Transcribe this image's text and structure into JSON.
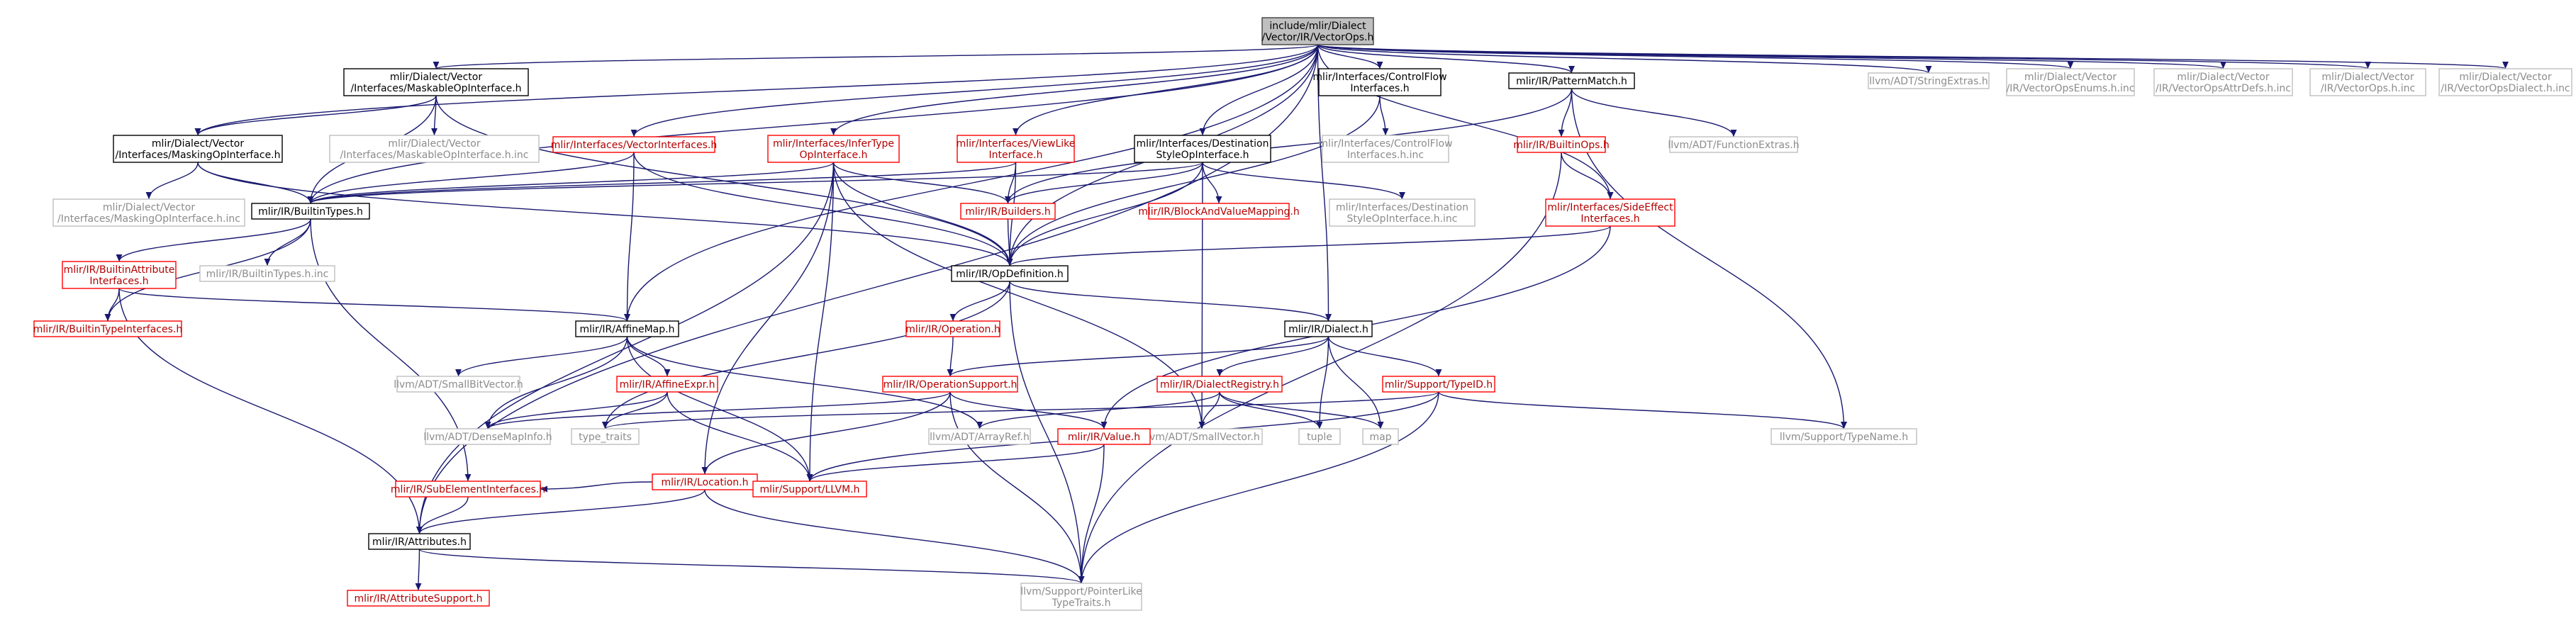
{
  "diagram": {
    "root": "n0",
    "nodes": [
      {
        "id": "n0",
        "lines": [
          "include/mlir/Dialect",
          "/Vector/IR/VectorOps.h"
        ],
        "style": "root"
      },
      {
        "id": "n1",
        "lines": [
          "mlir/Dialect/Vector",
          "/Interfaces/MaskableOpInterface.h"
        ],
        "style": "doc"
      },
      {
        "id": "n2",
        "lines": [
          "mlir/Dialect/Vector",
          "/Interfaces/MaskingOpInterface.h"
        ],
        "style": "doc"
      },
      {
        "id": "n3",
        "lines": [
          "mlir/Dialect/Vector",
          "/Interfaces/MaskableOpInterface.h.inc"
        ],
        "style": "gray"
      },
      {
        "id": "n4",
        "lines": [
          "mlir/Interfaces/VectorInterfaces.h"
        ],
        "style": "red"
      },
      {
        "id": "n5",
        "lines": [
          "mlir/Interfaces/InferType",
          "OpInterface.h"
        ],
        "style": "red"
      },
      {
        "id": "n6",
        "lines": [
          "mlir/Interfaces/ViewLike",
          "Interface.h"
        ],
        "style": "red"
      },
      {
        "id": "n7",
        "lines": [
          "mlir/Interfaces/Destination",
          "StyleOpInterface.h"
        ],
        "style": "doc"
      },
      {
        "id": "n8",
        "lines": [
          "mlir/Interfaces/ControlFlow",
          "Interfaces.h"
        ],
        "style": "doc"
      },
      {
        "id": "n9",
        "lines": [
          "mlir/IR/PatternMatch.h"
        ],
        "style": "doc"
      },
      {
        "id": "n10",
        "lines": [
          "llvm/ADT/StringExtras.h"
        ],
        "style": "gray"
      },
      {
        "id": "n11",
        "lines": [
          "mlir/Dialect/Vector",
          "/IR/VectorOpsEnums.h.inc"
        ],
        "style": "gray"
      },
      {
        "id": "n12",
        "lines": [
          "mlir/Dialect/Vector",
          "/IR/VectorOpsAttrDefs.h.inc"
        ],
        "style": "gray"
      },
      {
        "id": "n13",
        "lines": [
          "mlir/Dialect/Vector",
          "/IR/VectorOps.h.inc"
        ],
        "style": "gray"
      },
      {
        "id": "n14",
        "lines": [
          "mlir/Dialect/Vector",
          "/IR/VectorOpsDialect.h.inc"
        ],
        "style": "gray"
      },
      {
        "id": "n15",
        "lines": [
          "mlir/Dialect/Vector",
          "/Interfaces/MaskingOpInterface.h.inc"
        ],
        "style": "gray"
      },
      {
        "id": "n16",
        "lines": [
          "mlir/IR/BuiltinTypes.h"
        ],
        "style": "doc"
      },
      {
        "id": "n17",
        "lines": [
          "mlir/Interfaces/ControlFlow",
          "Interfaces.h.inc"
        ],
        "style": "gray"
      },
      {
        "id": "n18",
        "lines": [
          "llvm/ADT/FunctionExtras.h"
        ],
        "style": "gray"
      },
      {
        "id": "n19",
        "lines": [
          "mlir/IR/BuiltinOps.h"
        ],
        "style": "red"
      },
      {
        "id": "n20",
        "lines": [
          "mlir/IR/Builders.h"
        ],
        "style": "red"
      },
      {
        "id": "n21",
        "lines": [
          "mlir/IR/BlockAndValueMapping.h"
        ],
        "style": "red"
      },
      {
        "id": "n22",
        "lines": [
          "mlir/Interfaces/Destination",
          "StyleOpInterface.h.inc"
        ],
        "style": "gray"
      },
      {
        "id": "n23",
        "lines": [
          "mlir/Interfaces/SideEffect",
          "Interfaces.h"
        ],
        "style": "red"
      },
      {
        "id": "n24",
        "lines": [
          "mlir/IR/BuiltinAttribute",
          "Interfaces.h"
        ],
        "style": "red"
      },
      {
        "id": "n25",
        "lines": [
          "mlir/IR/BuiltinTypes.h.inc"
        ],
        "style": "gray"
      },
      {
        "id": "n26",
        "lines": [
          "mlir/IR/OpDefinition.h"
        ],
        "style": "doc"
      },
      {
        "id": "n27",
        "lines": [
          "mlir/IR/BuiltinTypeInterfaces.h"
        ],
        "style": "red"
      },
      {
        "id": "n28",
        "lines": [
          "mlir/IR/Operation.h"
        ],
        "style": "red"
      },
      {
        "id": "n29",
        "lines": [
          "mlir/IR/AffineMap.h"
        ],
        "style": "doc"
      },
      {
        "id": "n30",
        "lines": [
          "mlir/IR/Dialect.h"
        ],
        "style": "doc"
      },
      {
        "id": "n31",
        "lines": [
          "llvm/ADT/SmallBitVector.h"
        ],
        "style": "gray"
      },
      {
        "id": "n32",
        "lines": [
          "mlir/IR/AffineExpr.h"
        ],
        "style": "red"
      },
      {
        "id": "n33",
        "lines": [
          "mlir/IR/OperationSupport.h"
        ],
        "style": "red"
      },
      {
        "id": "n34",
        "lines": [
          "mlir/IR/DialectRegistry.h"
        ],
        "style": "red"
      },
      {
        "id": "n35",
        "lines": [
          "mlir/Support/TypeID.h"
        ],
        "style": "red"
      },
      {
        "id": "n36",
        "lines": [
          "llvm/ADT/DenseMapInfo.h"
        ],
        "style": "gray"
      },
      {
        "id": "n37",
        "lines": [
          "type_traits"
        ],
        "style": "gray"
      },
      {
        "id": "n38",
        "lines": [
          "llvm/ADT/ArrayRef.h"
        ],
        "style": "gray"
      },
      {
        "id": "n39",
        "lines": [
          "llvm/ADT/SmallVector.h"
        ],
        "style": "gray"
      },
      {
        "id": "n40",
        "lines": [
          "tuple"
        ],
        "style": "gray"
      },
      {
        "id": "n41",
        "lines": [
          "map"
        ],
        "style": "gray"
      },
      {
        "id": "n42",
        "lines": [
          "llvm/Support/TypeName.h"
        ],
        "style": "gray"
      },
      {
        "id": "n43",
        "lines": [
          "mlir/IR/Location.h"
        ],
        "style": "red"
      },
      {
        "id": "n44",
        "lines": [
          "mlir/IR/Value.h"
        ],
        "style": "red"
      },
      {
        "id": "n45",
        "lines": [
          "mlir/IR/SubElementInterfaces.h"
        ],
        "style": "red"
      },
      {
        "id": "n46",
        "lines": [
          "mlir/Support/LLVM.h"
        ],
        "style": "red"
      },
      {
        "id": "n47",
        "lines": [
          "mlir/IR/Attributes.h"
        ],
        "style": "doc"
      },
      {
        "id": "n48",
        "lines": [
          "mlir/IR/AttributeSupport.h"
        ],
        "style": "red"
      },
      {
        "id": "n49",
        "lines": [
          "llvm/Support/PointerLike",
          "TypeTraits.h"
        ],
        "style": "gray"
      }
    ],
    "edges": [
      [
        "n0",
        "n1"
      ],
      [
        "n0",
        "n2"
      ],
      [
        "n0",
        "n16"
      ],
      [
        "n0",
        "n4"
      ],
      [
        "n0",
        "n5"
      ],
      [
        "n0",
        "n6"
      ],
      [
        "n0",
        "n7"
      ],
      [
        "n0",
        "n8"
      ],
      [
        "n0",
        "n9"
      ],
      [
        "n0",
        "n10"
      ],
      [
        "n0",
        "n11"
      ],
      [
        "n0",
        "n12"
      ],
      [
        "n0",
        "n13"
      ],
      [
        "n0",
        "n14"
      ],
      [
        "n0",
        "n26"
      ],
      [
        "n0",
        "n29"
      ],
      [
        "n0",
        "n30"
      ],
      [
        "n0",
        "n47"
      ],
      [
        "n0",
        "n23"
      ],
      [
        "n1",
        "n2"
      ],
      [
        "n1",
        "n3"
      ],
      [
        "n1",
        "n16"
      ],
      [
        "n1",
        "n26"
      ],
      [
        "n2",
        "n15"
      ],
      [
        "n2",
        "n16"
      ],
      [
        "n2",
        "n26"
      ],
      [
        "n4",
        "n16"
      ],
      [
        "n4",
        "n26"
      ],
      [
        "n4",
        "n29"
      ],
      [
        "n5",
        "n16"
      ],
      [
        "n5",
        "n20"
      ],
      [
        "n5",
        "n26"
      ],
      [
        "n5",
        "n43"
      ],
      [
        "n5",
        "n46"
      ],
      [
        "n5",
        "n39"
      ],
      [
        "n5",
        "n47"
      ],
      [
        "n6",
        "n16"
      ],
      [
        "n6",
        "n20"
      ],
      [
        "n6",
        "n26"
      ],
      [
        "n7",
        "n16"
      ],
      [
        "n7",
        "n20"
      ],
      [
        "n7",
        "n21"
      ],
      [
        "n7",
        "n22"
      ],
      [
        "n7",
        "n26"
      ],
      [
        "n7",
        "n39"
      ],
      [
        "n8",
        "n17"
      ],
      [
        "n8",
        "n26"
      ],
      [
        "n9",
        "n18"
      ],
      [
        "n9",
        "n19"
      ],
      [
        "n9",
        "n20"
      ],
      [
        "n9",
        "n42"
      ],
      [
        "n19",
        "n23"
      ],
      [
        "n19",
        "n49"
      ],
      [
        "n20",
        "n26"
      ],
      [
        "n23",
        "n26"
      ],
      [
        "n23",
        "n44"
      ],
      [
        "n16",
        "n24"
      ],
      [
        "n16",
        "n25"
      ],
      [
        "n16",
        "n27"
      ],
      [
        "n16",
        "n45"
      ],
      [
        "n24",
        "n27"
      ],
      [
        "n24",
        "n29"
      ],
      [
        "n24",
        "n47"
      ],
      [
        "n26",
        "n28"
      ],
      [
        "n26",
        "n30"
      ],
      [
        "n26",
        "n37"
      ],
      [
        "n26",
        "n49"
      ],
      [
        "n28",
        "n33"
      ],
      [
        "n29",
        "n31"
      ],
      [
        "n29",
        "n32"
      ],
      [
        "n29",
        "n36"
      ],
      [
        "n29",
        "n38"
      ],
      [
        "n29",
        "n46"
      ],
      [
        "n30",
        "n33"
      ],
      [
        "n30",
        "n34"
      ],
      [
        "n30",
        "n35"
      ],
      [
        "n30",
        "n40"
      ],
      [
        "n30",
        "n41"
      ],
      [
        "n32",
        "n36"
      ],
      [
        "n32",
        "n37"
      ],
      [
        "n32",
        "n46"
      ],
      [
        "n33",
        "n36"
      ],
      [
        "n33",
        "n43"
      ],
      [
        "n33",
        "n44"
      ],
      [
        "n33",
        "n49"
      ],
      [
        "n34",
        "n38"
      ],
      [
        "n34",
        "n39"
      ],
      [
        "n34",
        "n40"
      ],
      [
        "n34",
        "n41"
      ],
      [
        "n35",
        "n37"
      ],
      [
        "n35",
        "n42"
      ],
      [
        "n35",
        "n46"
      ],
      [
        "n35",
        "n49"
      ],
      [
        "n43",
        "n45"
      ],
      [
        "n43",
        "n47"
      ],
      [
        "n43",
        "n49"
      ],
      [
        "n44",
        "n46"
      ],
      [
        "n44",
        "n49"
      ],
      [
        "n45",
        "n47"
      ],
      [
        "n47",
        "n48"
      ],
      [
        "n47",
        "n49"
      ]
    ]
  }
}
